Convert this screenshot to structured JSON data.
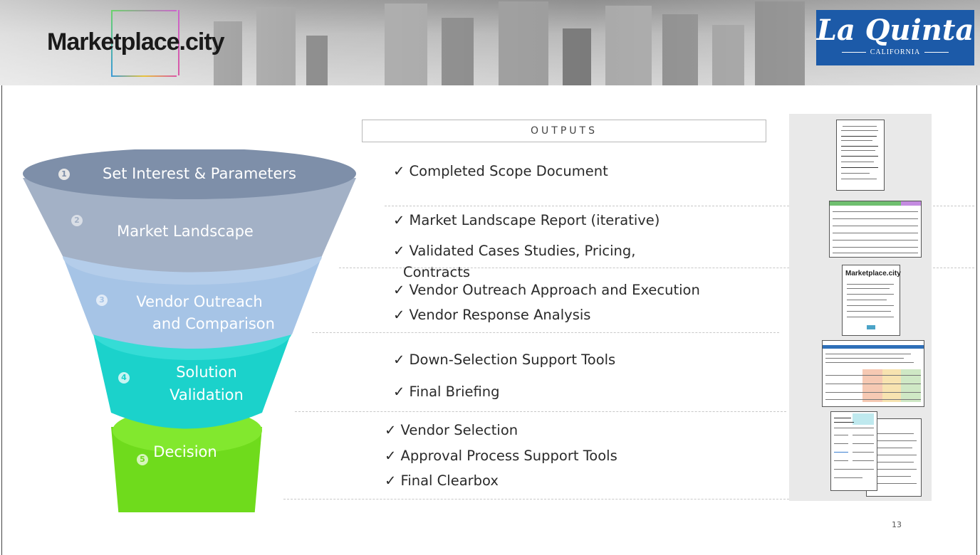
{
  "header": {
    "brand": "Marketplace.city",
    "city_logo": {
      "script": "La Quinta",
      "sub": "CALIFORNIA"
    }
  },
  "outputs_title": "OUTPUTS",
  "funnel": {
    "stages": [
      {
        "number": "1",
        "label": "Set Interest & Parameters",
        "color": "#7e8fa9"
      },
      {
        "number": "2",
        "label": "Market Landscape",
        "color": "#a3b1c6"
      },
      {
        "number": "3",
        "label_lines": [
          "Vendor Outreach",
          "and Comparison"
        ],
        "color": "#a6c4e6"
      },
      {
        "number": "4",
        "label_lines": [
          "Solution",
          "Validation"
        ],
        "color": "#1bd2cb"
      },
      {
        "number": "5",
        "label": "Decision",
        "color": "#6fdb1c"
      }
    ]
  },
  "outputs": [
    {
      "text": "✓ Completed Scope Document"
    },
    {
      "text": "✓ Market Landscape Report (iterative)"
    },
    {
      "text": "✓ Validated Cases Studies, Pricing,"
    },
    {
      "text": "Contracts"
    },
    {
      "text": "✓  Vendor Outreach Approach and Execution"
    },
    {
      "text": "✓  Vendor Response Analysis"
    },
    {
      "text": "✓ Down-Selection Support Tools"
    },
    {
      "text": "✓ Final Briefing"
    },
    {
      "text": "✓ Vendor Selection"
    },
    {
      "text": "✓ Approval Process Support Tools"
    },
    {
      "text": "✓ Final Clearbox"
    }
  ],
  "thumbnails": {
    "doc3_title": "Marketplace.city"
  },
  "page_number": "13"
}
